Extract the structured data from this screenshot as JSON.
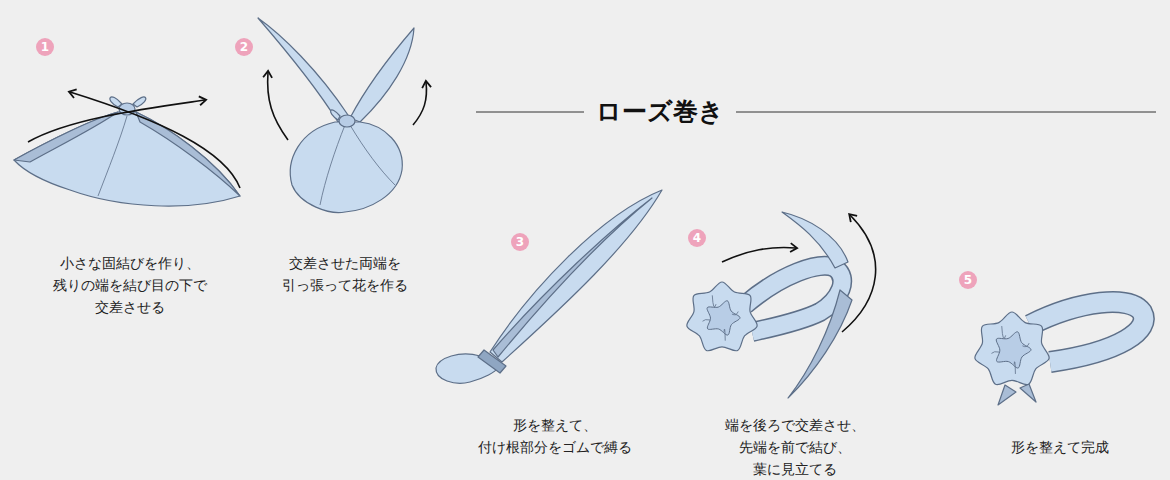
{
  "diagram": {
    "title": "ローズ巻き",
    "nodes": [
      {
        "text": [
          "1"
        ]
      },
      {
        "text": [
          "2"
        ]
      },
      {
        "text": [
          "3"
        ]
      },
      {
        "text": [
          "4"
        ]
      },
      {
        "text": [
          "5"
        ]
      }
    ],
    "labels": [
      "小さな固結びを作り、 残りの端を結び目の下で 交差させる",
      "交差させた両端を 引っ張って花を作る",
      "形を整えて、 付け根部分をゴムで縛る",
      "端を後ろで交差させ、 先端を前で結び、葉に見立てる",
      "形を整えて完成"
    ]
  }
}
